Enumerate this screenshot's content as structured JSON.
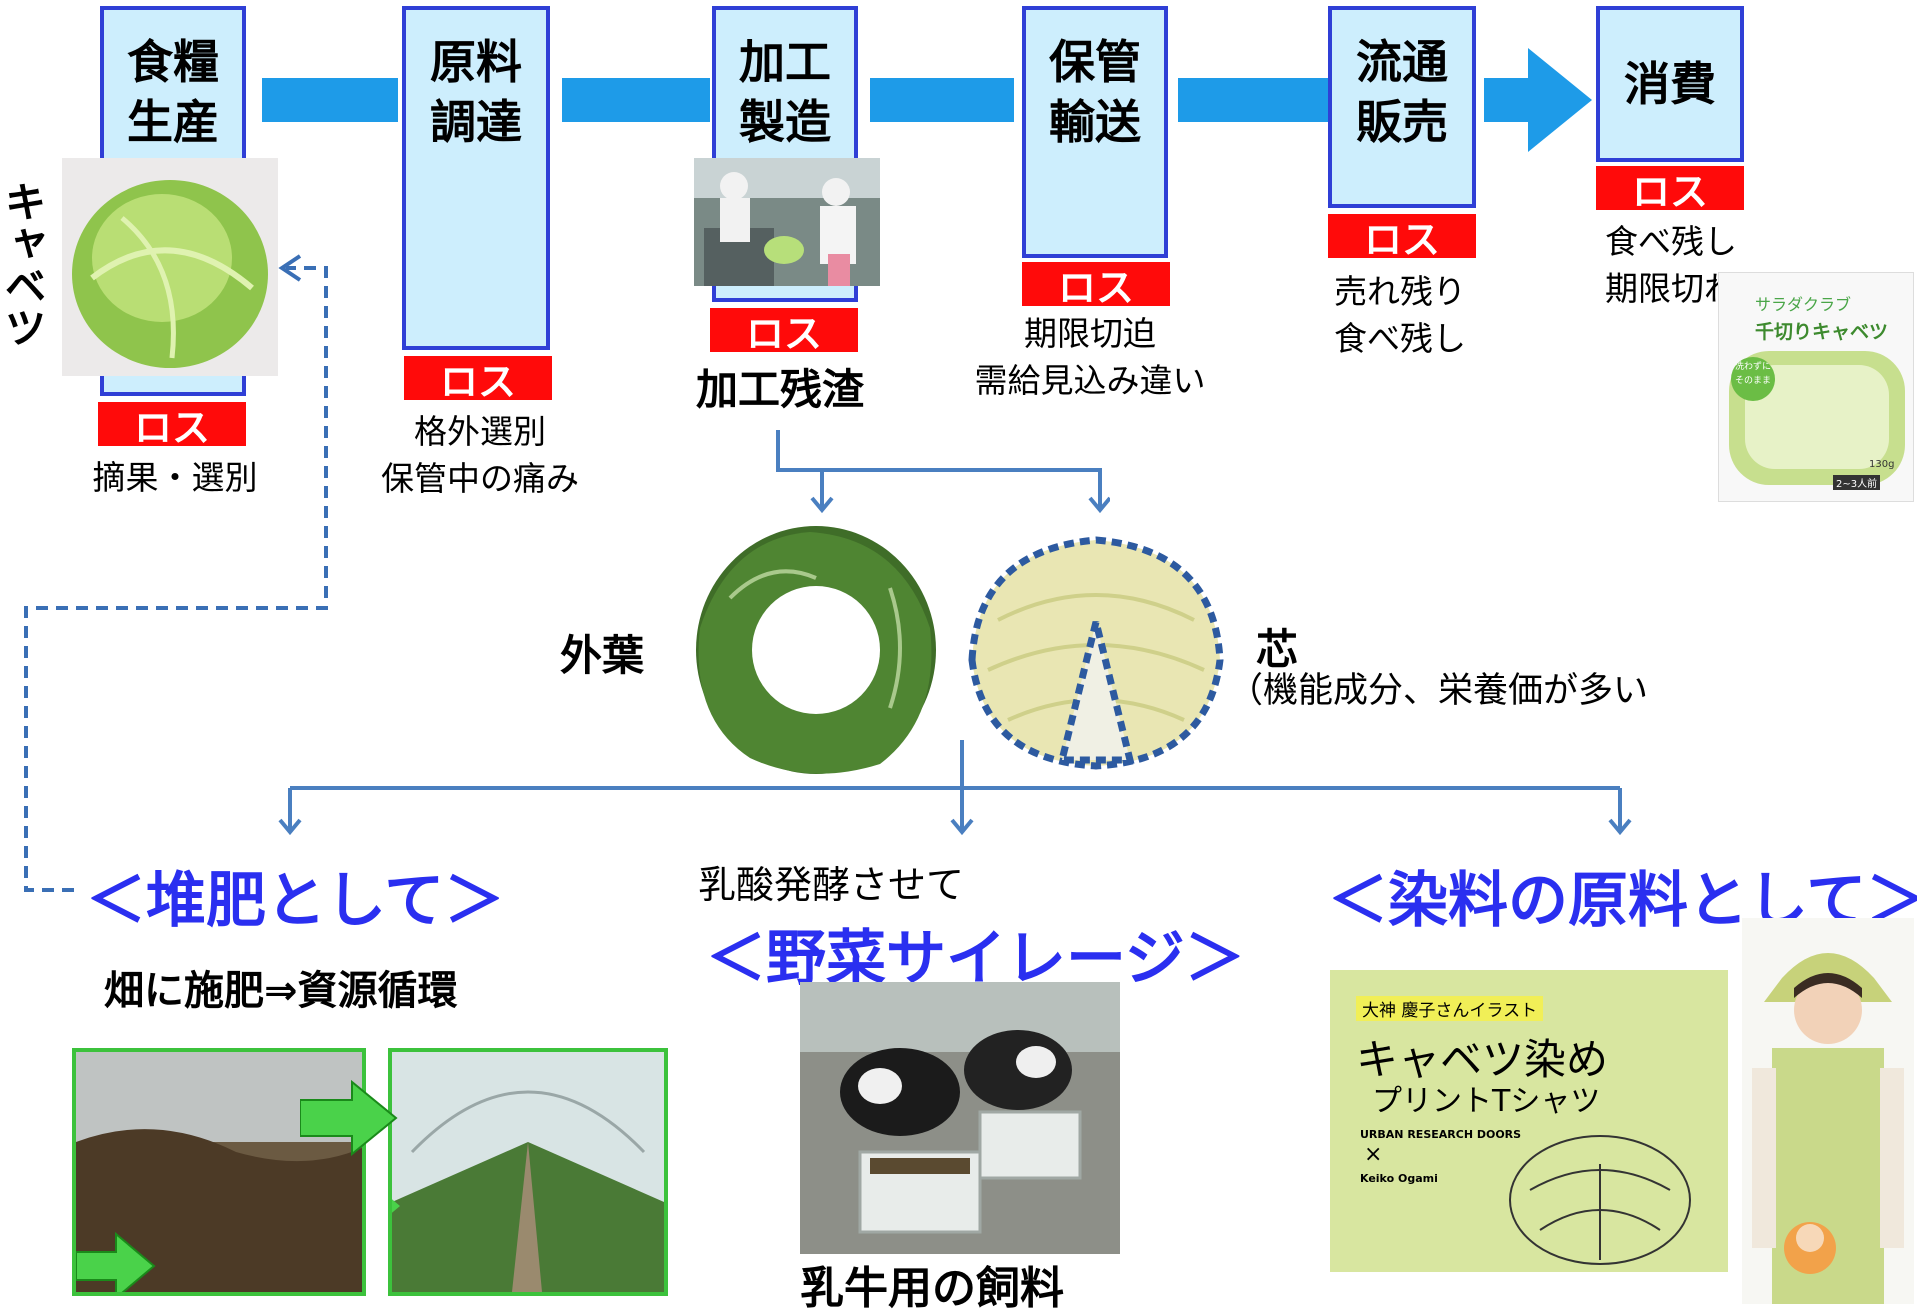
{
  "vertical_label": "キャベツ",
  "stages": [
    {
      "label": "食糧\n生産",
      "loss": "ロス",
      "note": "摘果・選別"
    },
    {
      "label": "原料\n調達",
      "loss": "ロス",
      "note": "格外選別\n保管中の痛み"
    },
    {
      "label": "加工\n製造",
      "loss": "ロス",
      "note": "加工残渣"
    },
    {
      "label": "保管\n輸送",
      "loss": "ロス",
      "note": "期限切迫\n需給見込み違い"
    },
    {
      "label": "流通\n販売",
      "loss": "ロス",
      "note": "売れ残り\n食べ残し"
    },
    {
      "label": "消費",
      "loss": "ロス",
      "note": "食べ残し\n期限切れ"
    }
  ],
  "residue": {
    "outer_leaf": "外葉",
    "core": "芯",
    "core_note": "（機能成分、栄養価が多い"
  },
  "uses": {
    "compost": {
      "title": "＜堆肥として＞",
      "caption": "畑に施肥⇒資源循環"
    },
    "silage": {
      "pre": "乳酸発酵させて",
      "title": "＜野菜サイレージ＞",
      "caption": "乳牛用の飼料"
    },
    "dye": {
      "title": "＜染料の原料として＞"
    }
  },
  "product_package": {
    "brand": "サラダクラブ",
    "name": "千切りキャベツ",
    "badge": "洗わずに そのまま",
    "size": "2~3人前",
    "weight": "130g"
  },
  "tshirt_ad": {
    "line1": "大神 慶子さんイラスト",
    "line2": "キャベツ染め",
    "line3": "プリントTシャツ",
    "line4": "URBAN RESEARCH DOORS",
    "line5": "×",
    "line6": "Keiko Ogami"
  },
  "colors": {
    "stage_fill": "#cdeefd",
    "stage_border": "#2f3fd6",
    "arrow": "#1e9be8",
    "loss": "#ff0a0a",
    "heading": "#2a2ff0",
    "connector": "#4a7fc0"
  }
}
